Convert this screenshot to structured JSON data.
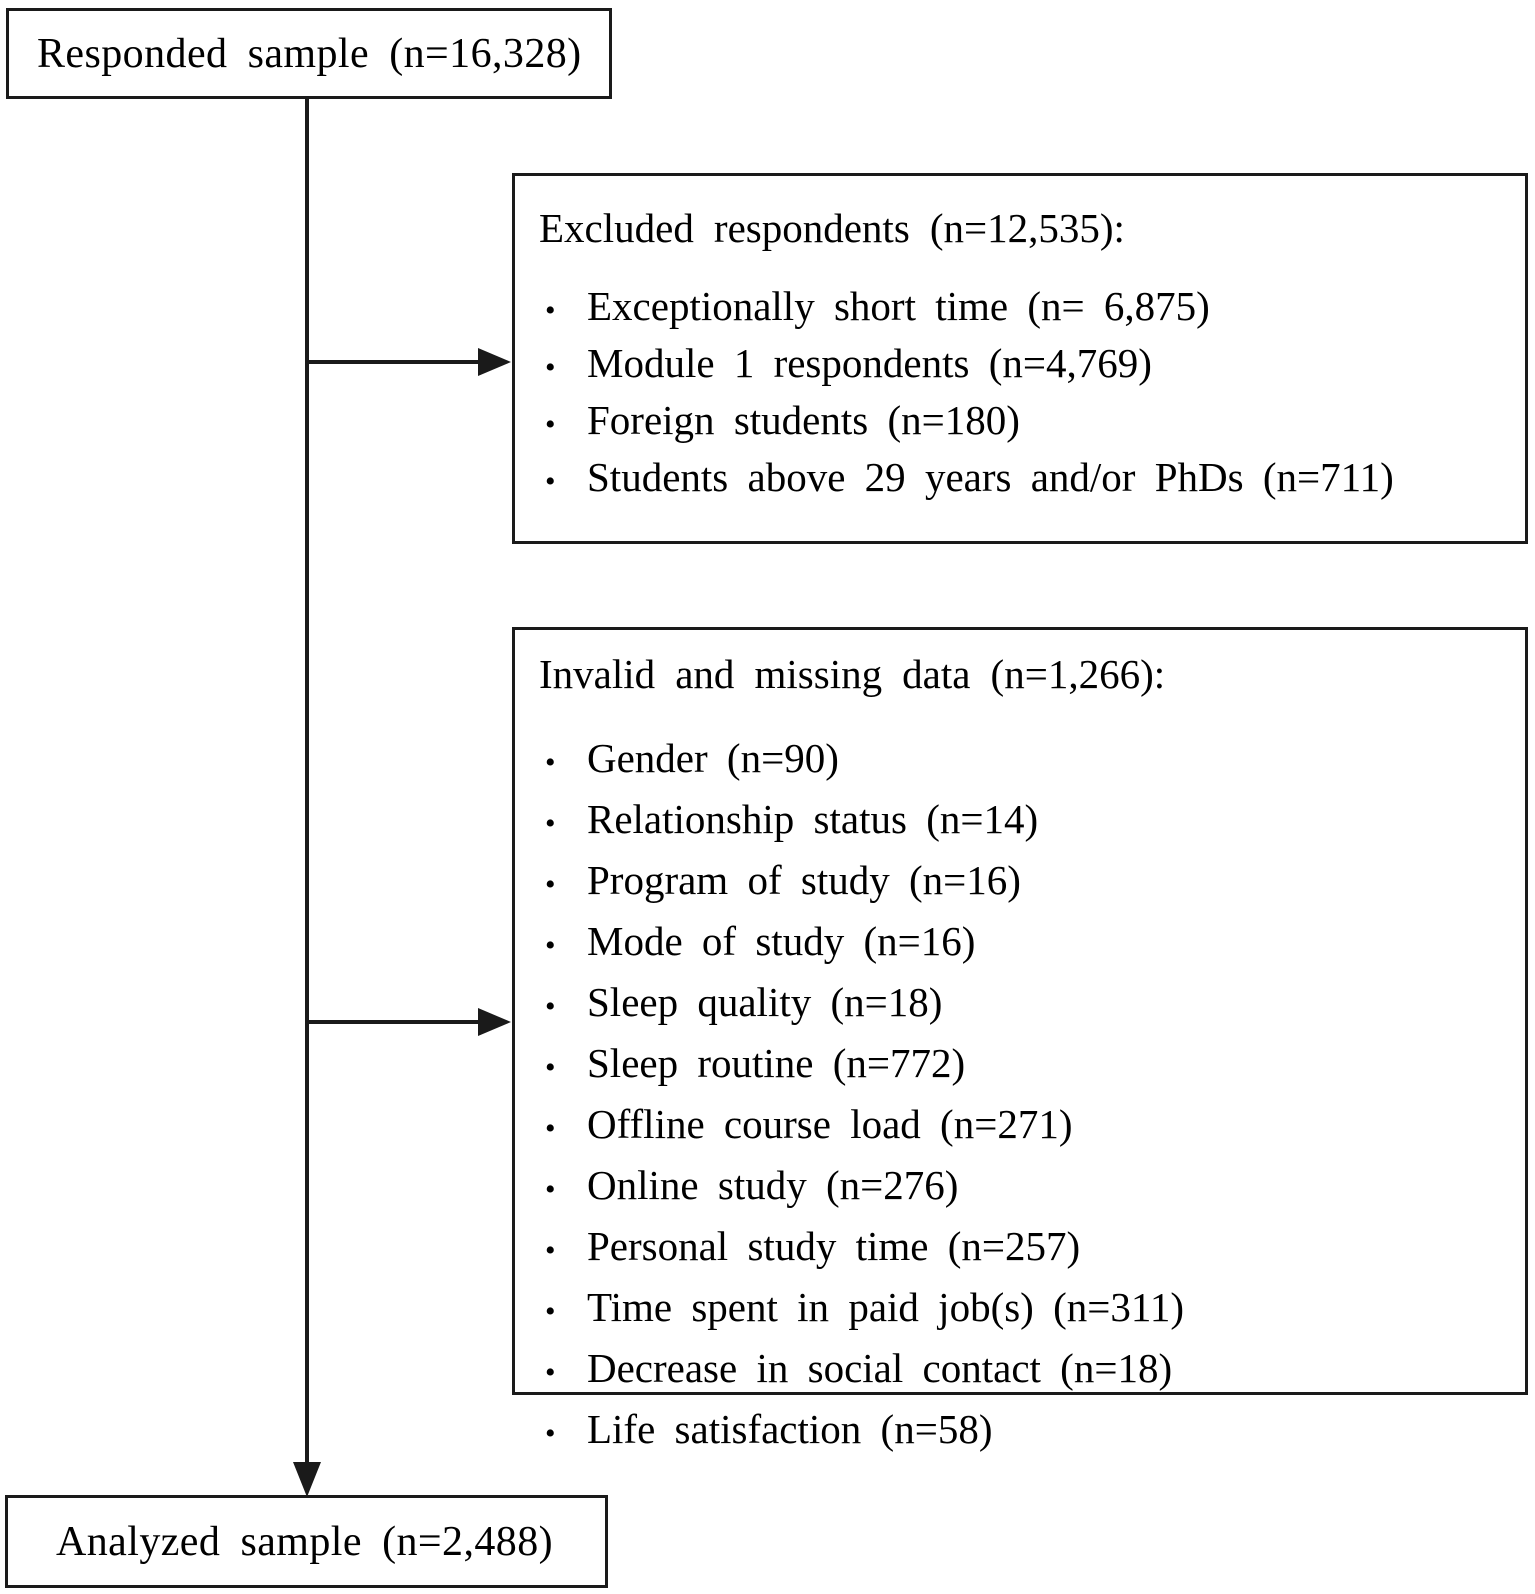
{
  "figure": {
    "background_color": "#ffffff",
    "line_color": "#000000",
    "text_color": "#000000",
    "bullet_glyph": "•"
  },
  "top_box": {
    "label": "Responded sample (n=16,328)"
  },
  "excluded_box": {
    "title": "Excluded respondents (n=12,535):",
    "items": [
      "Exceptionally short time (n= 6,875)",
      "Module 1 respondents (n=4,769)",
      "Foreign students (n=180)",
      "Students above 29 years and/or PhDs (n=711)"
    ]
  },
  "invalid_box": {
    "title": "Invalid and missing data (n=1,266):",
    "items": [
      "Gender (n=90)",
      "Relationship status (n=14)",
      "Program of study (n=16)",
      "Mode of study (n=16)",
      "Sleep quality (n=18)",
      "Sleep routine (n=772)",
      "Offline course load (n=271)",
      "Online study (n=276)",
      "Personal study time (n=257)",
      "Time spent in paid job(s) (n=311)",
      "Decrease in social contact (n=18)",
      "Life satisfaction (n=58)"
    ]
  },
  "bottom_box": {
    "label": "Analyzed sample (n=2,488)"
  }
}
